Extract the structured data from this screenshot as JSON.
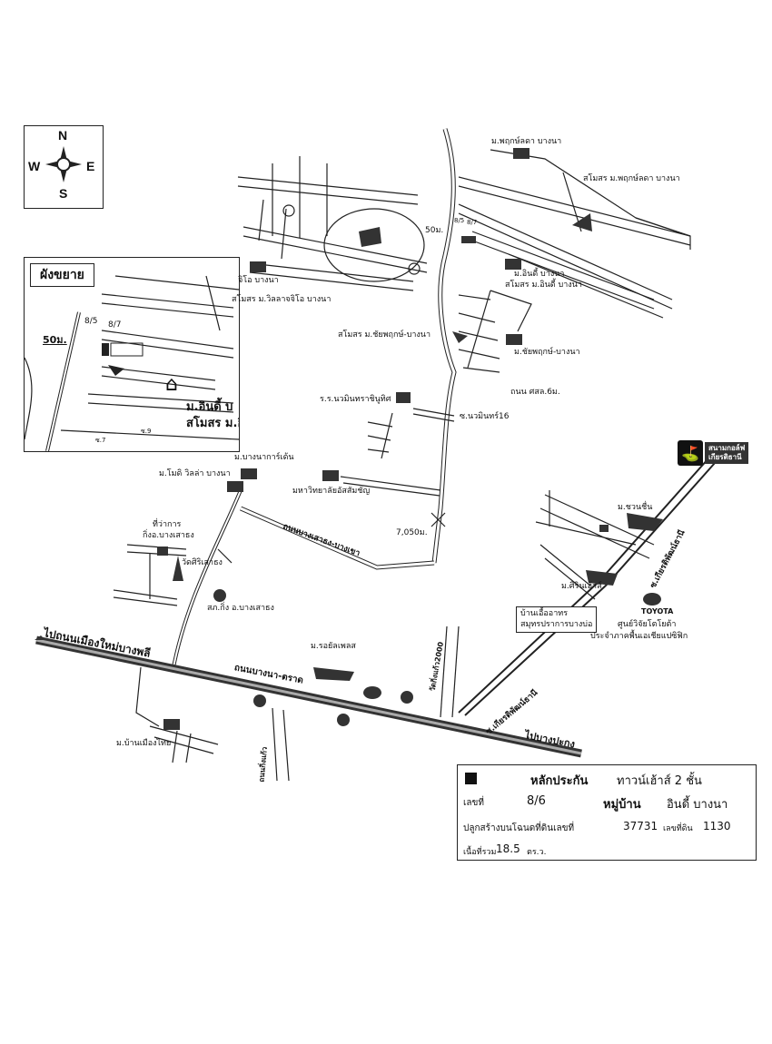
{
  "compass": {
    "n": "N",
    "s": "S",
    "e": "E",
    "w": "W"
  },
  "inset": {
    "title": "ผังขยาย",
    "distance": "50ม.",
    "plot_a": "8/5",
    "plot_b": "8/7",
    "village_line1": "ม.อินดี้ บ",
    "village_line2": "สโมสร ม.อิ",
    "soi_7": "ซ.7",
    "soi_9": "ซ.9"
  },
  "labels": {
    "pruksa_village": "ม.พฤกษ์ลดา บางนา",
    "pruksa_club": "สโมสร ม.พฤกษ์ลดา บางนา",
    "villa_arcadia": "จิโอ บางนา",
    "villa_club": "สโมสร ม.วิลลาจจิโอ บางนา",
    "dist_50": "50ม.",
    "plot_85": "8/5",
    "plot_87": "8/7",
    "indy_village": "ม.อินดี้ บางนา",
    "indy_club": "สโมสร ม.อินดี้ บางนา",
    "chaiyapruk_club": "สโมสร ม.ชัยพฤกษ์-บางนา",
    "chaiyapruk_village": "ม.ชัยพฤกษ์-บางนา",
    "road_sorlor": "ถนน ศสล.6ม.",
    "school": "ร.ร.นวมินทราชินูทิศ",
    "soi_nawamin": "ซ.นวมินทร์16",
    "mantana": "ม.บางนาการ์เด้น",
    "modi_villa": "ม.โมดิ วิลล่า บางนา",
    "university": "มหาวิทยาลัยอัสสัมชัญ",
    "road_bangsaothong": "ถนนบางเสาธง-บางเขา",
    "dist_7050": "7,050ม.",
    "district_office_1": "ที่ว่าการ",
    "district_office_2": "กิ่งอ.บางเสาธง",
    "temple": "วัดศิริเสาธง",
    "police": "สภ.กิ่ง อ.บางเสาธง",
    "golf_badge_1": "สนามกอล์ฟ",
    "golf_badge_2": "เกียรติธานี",
    "chuanchuen": "ม.ชวนชื่น",
    "kiattithani_road_1": "ซ.เกียรติพัฒน์ธานี",
    "green_house": "ม.ศิรินเฮ้าส์",
    "housing_box_1": "บ้านเอื้ออาทร",
    "housing_box_2": "สมุทรปราการบางบ่อ",
    "toyota_brand": "TOYOTA",
    "toyota_1": "ศูนย์วิจัยโตโยต้า",
    "toyota_2": "ประจำภาคพื้นเอเชียแปซิฟิก",
    "to_bangphli": "ไปถนนเมืองใหม่บางพลี",
    "royal_place": "ม.รอยัลเพลส",
    "road_bangna_trat": "ถนนบางนา-ตราด",
    "road_kingkaew": "วัดกิ่งแก้ว2000",
    "kiattithani_road_2": "ซ.เกียรติพัฒน์ธานี",
    "ban_muang_thai": "ม.บ้านเมืองไทย",
    "road_kingkaew_2": "ถนนกิ่งแก้ว",
    "to_bangpakong": "ไปบางปะกง"
  },
  "info_box": {
    "collateral": "หลักประกัน",
    "type": "ทาวน์เฮ้าส์ 2 ชั้น",
    "no_label": "เลขที่",
    "no_value": "8/6",
    "village_label": "หมู่บ้าน",
    "village_value": "อินดี้ บางนา",
    "deed_text": "ปลูกสร้างบนโฉนดที่ดินเลขที่",
    "deed_no": "37731",
    "land_label": "เลขที่ดิน",
    "land_no": "1130",
    "area_label": "เนื้อที่รวม",
    "area_value": "18.5",
    "area_unit": "ตร.ว."
  }
}
